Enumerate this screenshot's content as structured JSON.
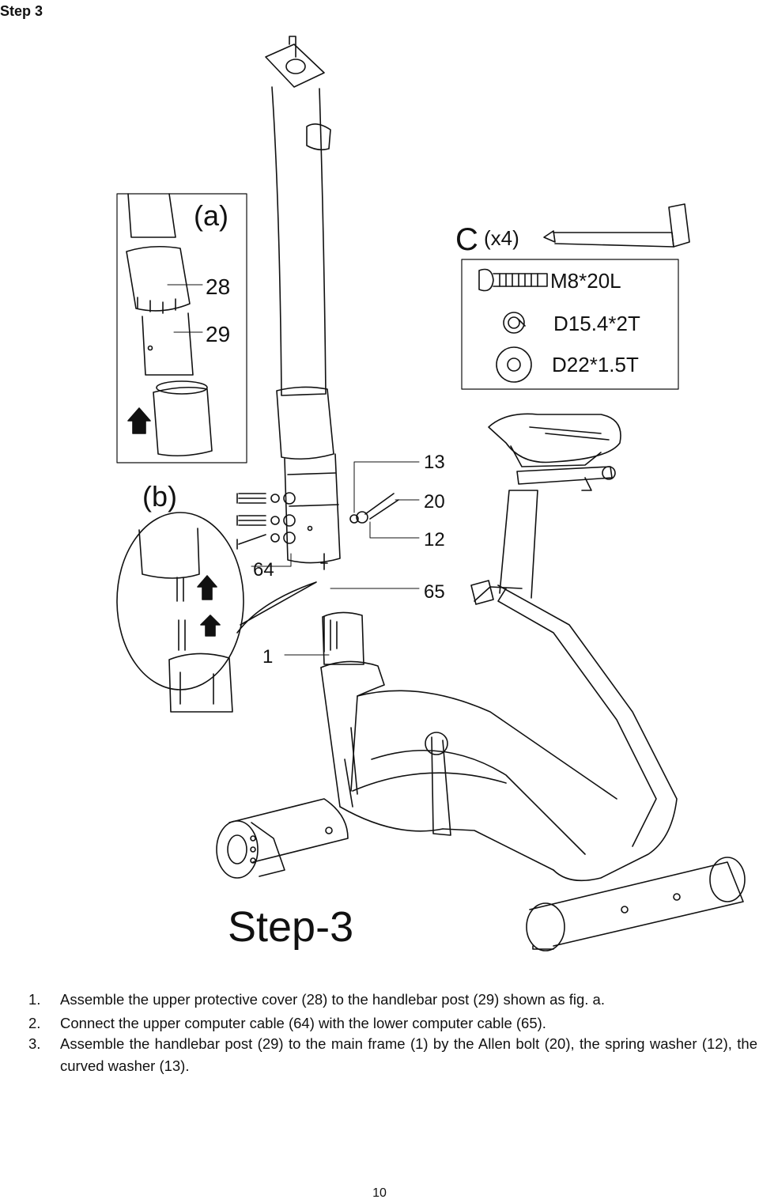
{
  "heading": "Step 3",
  "figure": {
    "step_title": "Step-3",
    "detail_a_label": "(a)",
    "detail_b_label": "(b)",
    "callouts": {
      "p28": "28",
      "p29": "29",
      "p13": "13",
      "p20": "20",
      "p12": "12",
      "p65": "65",
      "p64": "64",
      "p1": "1"
    },
    "hardware_box": {
      "pack_letter": "C",
      "quantity": "(x4)",
      "bolt_spec": "M8*20L",
      "spring_washer_spec": "D15.4*2T",
      "curved_washer_spec": "D22*1.5T"
    }
  },
  "instructions": [
    {
      "number": "1.",
      "text": "Assemble the upper protective cover (28) to the handlebar post (29) shown as fig. a."
    },
    {
      "number": "2.",
      "text": "Connect the upper computer cable (64) with the lower computer cable (65)."
    },
    {
      "number": "3.",
      "text": "Assemble the handlebar post (29) to the main frame (1) by the Allen bolt (20), the spring washer (12), the curved washer (13)."
    }
  ],
  "page_number": "10"
}
